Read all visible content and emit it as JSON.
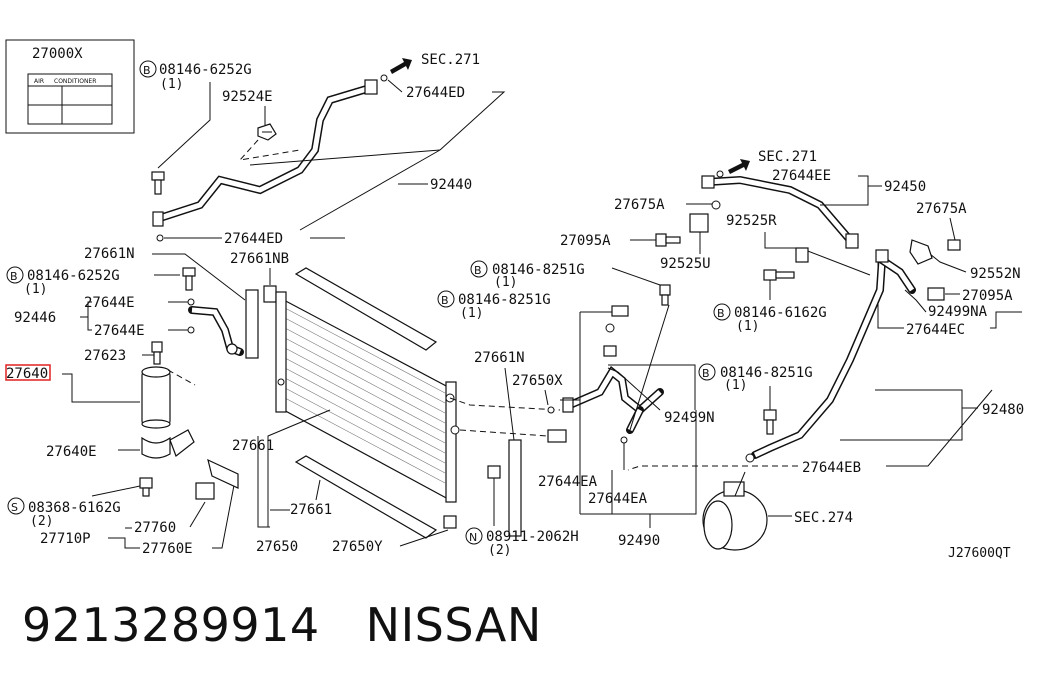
{
  "labels": {
    "label_27000x": "27000X",
    "label_label_air": "AIR",
    "label_label_cond": "CONDITIONER",
    "b1_code": "08146-6252G",
    "b1_qty": "(1)",
    "label_92524e": "92524E",
    "sec271_a": "SEC.271",
    "label_27644ed_top": "27644ED",
    "label_92440": "92440",
    "label_27644ed_mid": "27644ED",
    "label_27661n_left": "27661N",
    "label_27661nb": "27661NB",
    "b2_code": "08146-6252G",
    "b2_qty": "(1)",
    "label_27644e_a": "27644E",
    "label_92446": "92446",
    "label_27644e_b": "27644E",
    "label_27623": "27623",
    "label_27640": "27640",
    "label_27640e": "27640E",
    "label_27661_left": "27661",
    "s_code": "08368-6162G",
    "s_qty": "(2)",
    "label_27760": "27760",
    "label_27710p": "27710P",
    "label_27760e": "27760E",
    "label_27661_bottom": "27661",
    "label_27650": "27650",
    "label_27650y": "27650Y",
    "b3_code": "08146-8251G",
    "b3_qty": "(1)",
    "b4_code": "08146-8251G",
    "b4_qty": "(1)",
    "label_27661n_right": "27661N",
    "label_27650x": "27650X",
    "label_92499n": "92499N",
    "label_27644ea_a": "27644EA",
    "label_27644ea_b": "27644EA",
    "n_code": "08911-2062H",
    "n_qty": "(2)",
    "label_92490": "92490",
    "sec271_b": "SEC.271",
    "label_27644ee": "27644EE",
    "label_92450": "92450",
    "label_27675a_left": "27675A",
    "label_92525r": "92525R",
    "label_27675a_right": "27675A",
    "label_27095a_left": "27095A",
    "label_92525u": "92525U",
    "label_92552n": "92552N",
    "label_27095a_right": "27095A",
    "b5_code": "08146-6162G",
    "b5_qty": "(1)",
    "label_92499na": "92499NA",
    "label_27644ec": "27644EC",
    "b6_code": "08146-8251G",
    "b6_qty": "(1)",
    "label_92480": "92480",
    "label_27644eb": "27644EB",
    "sec274": "SEC.274",
    "diagram_code": "J27600QT"
  },
  "bolt_letters": {
    "b": "B",
    "s": "S",
    "n": "N"
  },
  "footer": {
    "part_number": "9213289914",
    "brand": "NISSAN"
  },
  "highlight_color": "#e02020"
}
